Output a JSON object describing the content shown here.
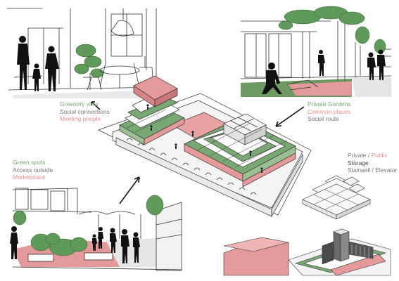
{
  "colors": {
    "green": "#7aa874",
    "pink": "#e88f8f",
    "gray": "#777777",
    "dark": "#444444",
    "line": "#333333"
  },
  "labels": {
    "top_left": {
      "line1": "Greenery view",
      "line2": "Social connections",
      "line3": "Meeting people"
    },
    "top_right": {
      "line1": "Private Gardens",
      "line2": "Common places",
      "line3": "Social route"
    },
    "bottom_left": {
      "line1": "Green spots",
      "line2": "Access outside",
      "line3": "Marketplace"
    },
    "bottom_right": {
      "line1a": "Private",
      "line1sep": " / ",
      "line1b": "Public",
      "line2": "Storage",
      "line3": "Stairwell / Elevator"
    }
  }
}
